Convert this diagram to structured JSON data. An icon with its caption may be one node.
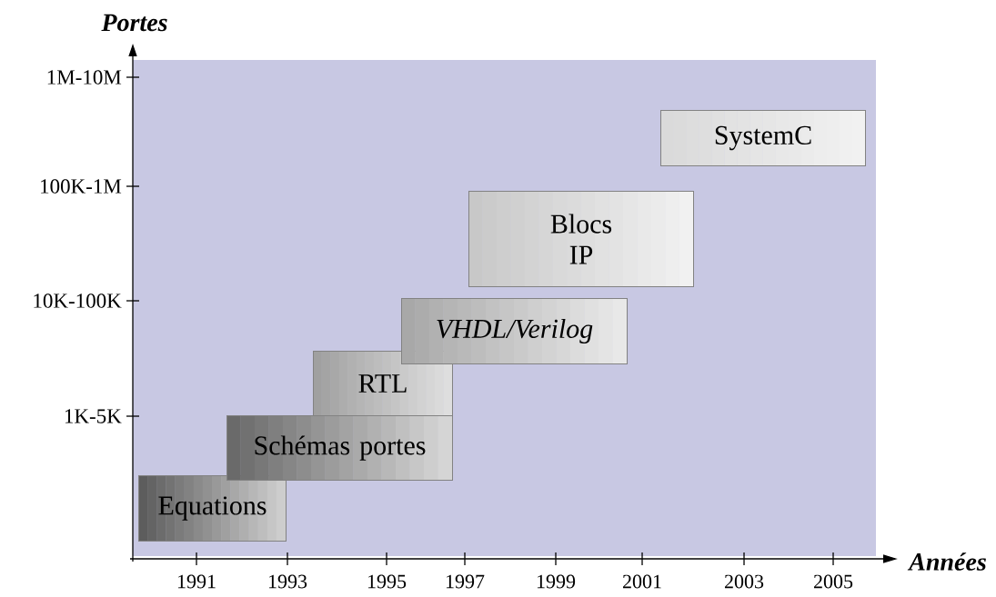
{
  "diagram": {
    "nodes": [
      {
        "text": [
          "Equations"
        ]
      },
      {
        "text": [
          "Schémas portes"
        ]
      },
      {
        "text": [
          "RTL"
        ]
      },
      {
        "text": [
          "VHDL/Verilog"
        ]
      },
      {
        "text": [
          "Blocs IP"
        ]
      },
      {
        "text": [
          "SystemC"
        ]
      }
    ],
    "labels": [
      "Portes",
      "1M-10M",
      "100K-1M",
      "10K-100K",
      "1K-5K",
      "1991",
      "1993",
      "1995",
      "1997",
      "1999",
      "2001",
      "2003",
      "2005",
      "Années"
    ]
  }
}
